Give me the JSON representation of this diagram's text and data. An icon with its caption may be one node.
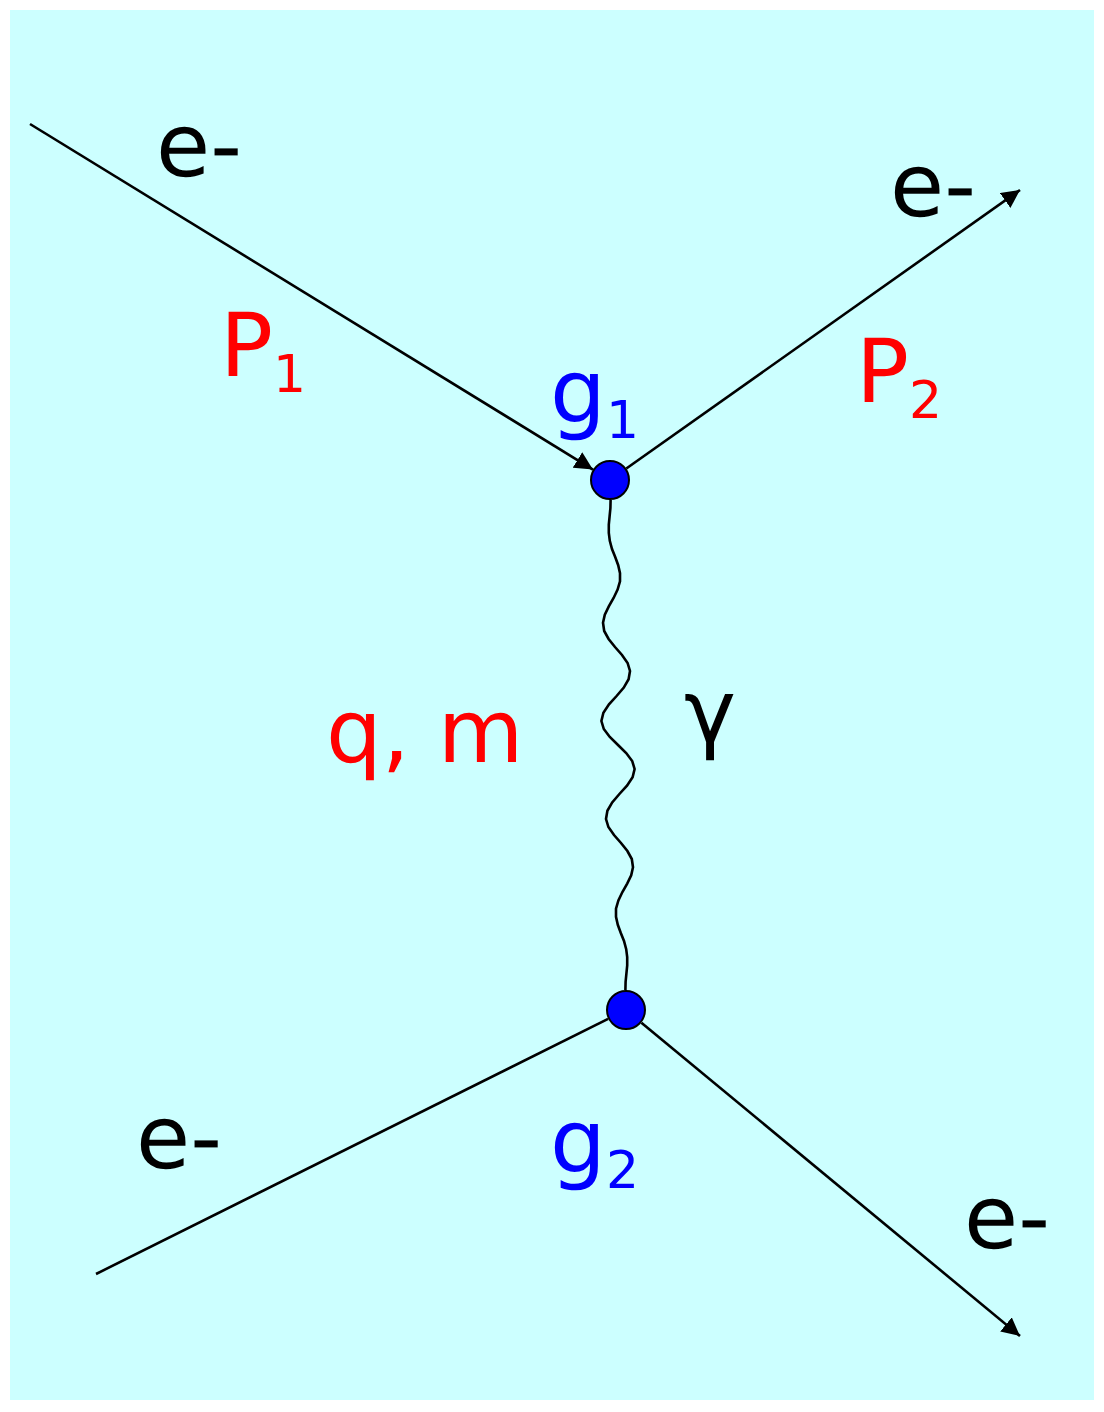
{
  "diagram": {
    "nodes": [
      {
        "text": [],
        "shape": "circle",
        "beside": [
          "g$_{1}$"
        ]
      },
      {
        "text": [],
        "shape": "circle",
        "beside": [
          "g$_{2}$"
        ]
      }
    ],
    "edges": [
      {
        "from": null,
        "to": 0,
        "arrow": "to",
        "label": "e-"
      },
      {
        "from": 0,
        "to": null,
        "arrow": "to",
        "label": "e-"
      },
      {
        "from": 0,
        "to": 1,
        "arrow": "none",
        "label": "γ"
      },
      {
        "from": null,
        "to": 1,
        "arrow": "none",
        "label": "e-"
      },
      {
        "from": 1,
        "to": null,
        "arrow": "to",
        "label": "e-"
      }
    ],
    "labels": [
      "P$_{1}$",
      "P$_{2}$",
      "q, m"
    ]
  }
}
